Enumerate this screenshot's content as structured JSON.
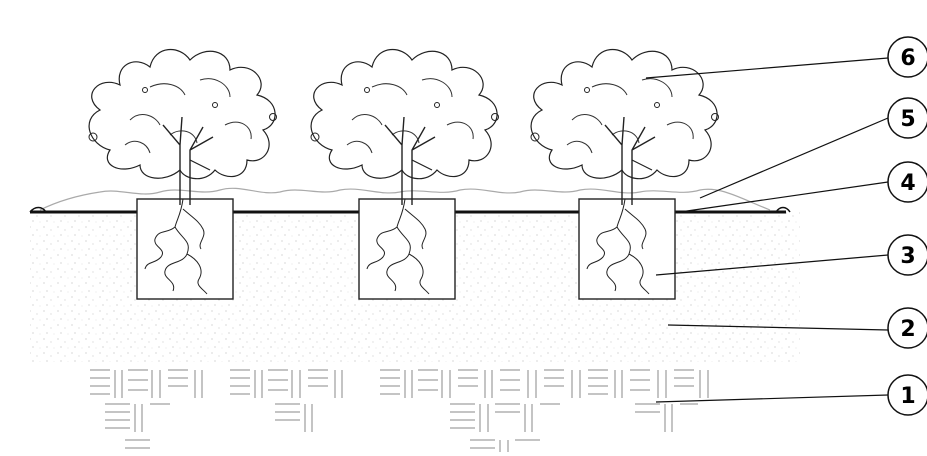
{
  "diagram": {
    "tree_count": 3,
    "callouts": [
      {
        "id": "1",
        "label": "1"
      },
      {
        "id": "2",
        "label": "2"
      },
      {
        "id": "3",
        "label": "3"
      },
      {
        "id": "4",
        "label": "4"
      },
      {
        "id": "5",
        "label": "5"
      },
      {
        "id": "6",
        "label": "6"
      }
    ]
  }
}
